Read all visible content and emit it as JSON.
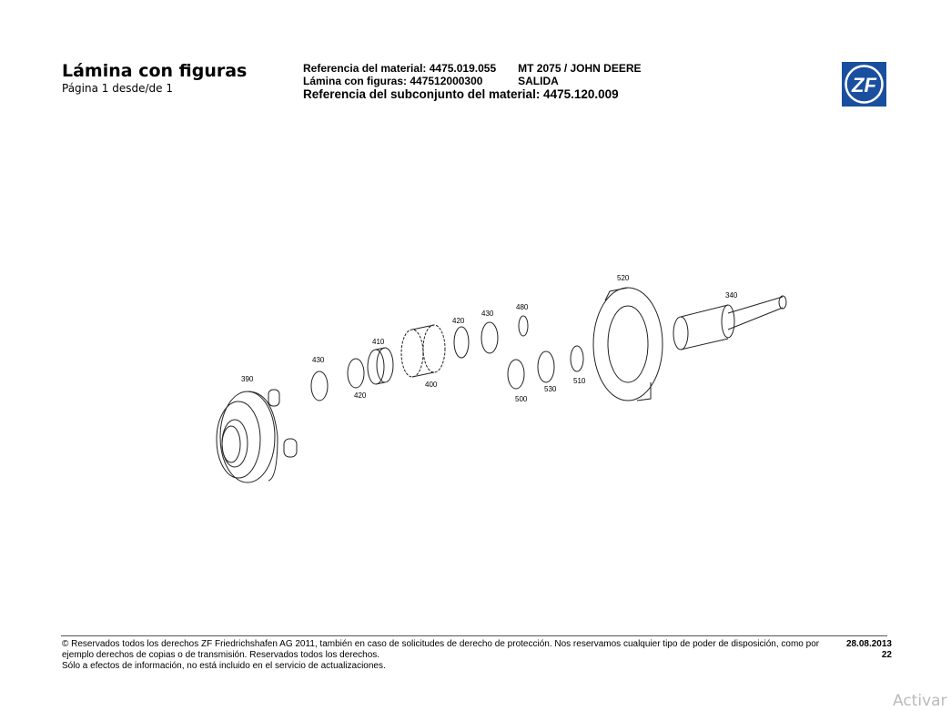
{
  "header": {
    "title": "Lámina con figuras",
    "page_info": "Página 1 desde/de 1",
    "material_ref": "Referencia del material: 4475.019.055",
    "figure_sheet": "Lámina con figuras: 447512000300",
    "subassembly_ref": "Referencia del subconjunto del material: 4475.120.009",
    "model": "MT 2075 / JOHN DEERE",
    "group": "SALIDA",
    "logo_text": "ZF",
    "logo_color": "#1a4fa0"
  },
  "diagram": {
    "parts": [
      "390",
      "430",
      "420",
      "410",
      "400",
      "420",
      "430",
      "480",
      "500",
      "530",
      "510",
      "520",
      "340"
    ]
  },
  "footer": {
    "line1": "© Reservados todos los derechos ZF Friedrichshafen AG 2011, también en caso de solicitudes de derecho de protección. Nos reservamos cualquier tipo de poder de disposición, como por",
    "line2": "ejemplo derechos de copias o de transmisión. Reservados todos los derechos.",
    "line3": "Sólo a efectos de información, no está incluido en el servicio de actualizaciones.",
    "date": "28.08.2013",
    "page_number": "22"
  },
  "watermark": "Activar"
}
